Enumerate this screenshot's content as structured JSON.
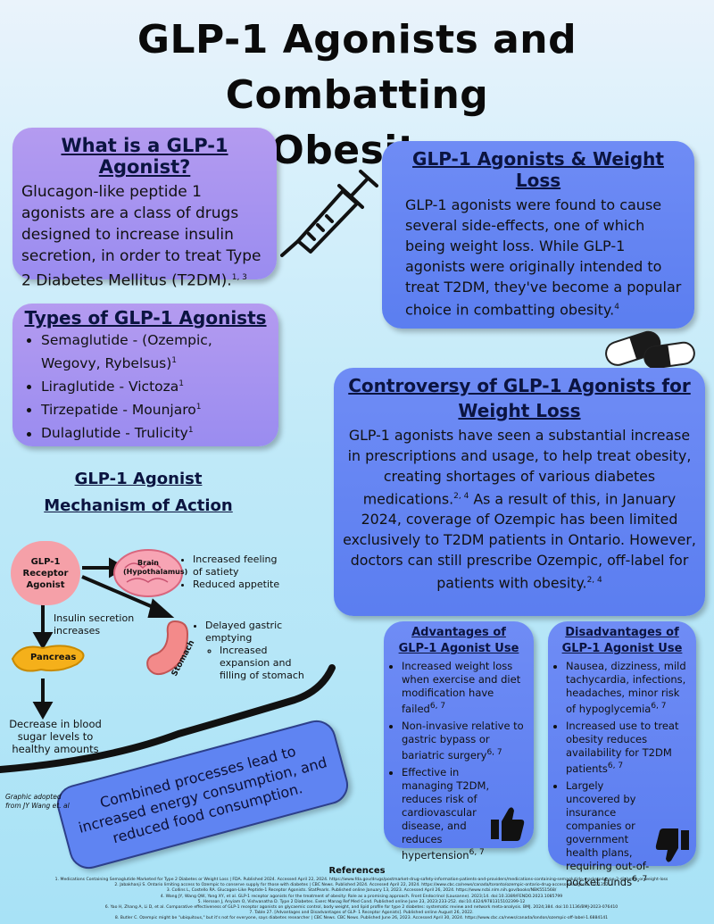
{
  "title_line1": "GLP-1 Agonists and Combatting",
  "title_line2": "Obesity",
  "what": {
    "heading": "What is a GLP-1 Agonist?",
    "body": "Glucagon-like peptide 1 agonists are a class of drugs designed to increase insulin secretion, in order to treat Type 2 Diabetes Mellitus (T2DM).",
    "ref": "1, 3"
  },
  "weight": {
    "heading": "GLP-1 Agonists & Weight Loss",
    "body": "GLP-1 agonists were found to cause several side-effects, one of which being weight loss. While GLP-1 agonists were originally intended to treat T2DM, they've become a popular choice in combatting obesity.",
    "ref": "4"
  },
  "types": {
    "heading": "Types of GLP-1 Agonists",
    "items": [
      {
        "text": "Semaglutide - (Ozempic, Wegovy, Rybelsus)",
        "ref": "1"
      },
      {
        "text": "Liraglutide - Victoza",
        "ref": "1"
      },
      {
        "text": "Tirzepatide - Mounjaro",
        "ref": "1"
      },
      {
        "text": "Dulaglutide - Trulicity",
        "ref": "1"
      }
    ]
  },
  "controversy": {
    "heading_line1": "Controversy of GLP-1 Agonists for",
    "heading_line2": "Weight Loss",
    "body1": "GLP-1 agonists have seen a substantial increase in prescriptions and usage, to help treat obesity, creating shortages of various diabetes medications.",
    "ref1": "2, 4",
    "body2": "As a result of this,  in January 2024, coverage of Ozempic has been limited exclusively to T2DM patients in Ontario. However, doctors can still prescribe Ozempic, off-label for patients with obesity.",
    "ref2": "2, 4"
  },
  "mechanism": {
    "heading_line1": "GLP-1 Agonist ",
    "heading_line2": "Mechanism of Action",
    "receptor": "GLP-1 Receptor Agonist",
    "brain": "Brain (Hypothalamus)",
    "brain_effects": [
      "Increased feeling of satiety",
      "Reduced appetite"
    ],
    "insulin": "Insulin secretion increases",
    "pancreas": "Pancreas",
    "stomach": "Stomach",
    "stomach_effect": "Delayed gastric emptying",
    "stomach_sub": "Increased expansion and filling of stomach",
    "blood_sugar": "Decrease in blood sugar levels to healthy amounts",
    "combined": "Combined processes lead to increased energy consumption, and reduced food consumption.",
    "graphic_credit": "Graphic adopted from JY Wang et. al"
  },
  "advantages": {
    "heading_line1": "Advantages of",
    "heading_line2": "GLP-1 Agonist Use",
    "items": [
      {
        "text": "Increased weight loss when exercise and diet modification have failed",
        "ref": "6, 7"
      },
      {
        "text": "Non-invasive relative to gastric bypass or bariatric surgery",
        "ref": "6, 7"
      },
      {
        "text": "Effective in managing T2DM, reduces risk of cardiovascular disease, and reduces hypertension",
        "ref": "6, 7"
      }
    ]
  },
  "disadvantages": {
    "heading_line1": "Disadvantages of",
    "heading_line2": "GLP-1 Agonist Use",
    "items": [
      {
        "text": "Nausea, dizziness, mild tachycardia, infections, headaches, minor risk of hypoglycemia",
        "ref": "6, 7"
      },
      {
        "text": "Increased use to treat obesity reduces availability for T2DM patients",
        "ref": "6, 7"
      },
      {
        "text": "Largely uncovered by insurance companies or government health plans, requiring out-of-pocket funds",
        "ref": "6, 7"
      }
    ]
  },
  "references": {
    "title": "References",
    "items": [
      "1. Medications Containing Semaglutide Marketed for Type 2 Diabetes or Weight Loss | FDA. Published 2024. Accessed April 22, 2024. https://www.fda.gov/drugs/postmarket-drug-safety-information-patients-and-providers/medications-containing-semaglutide-marketed-type-2-diabetes-or-weight-loss",
      "2. Jabakhanji S. Ontario limiting access to Ozempic to conserve supply for those with diabetes | CBC News. Published 2024. Accessed April 22, 2024. https://www.cbc.ca/news/canada/toronto/ozempic-ontario-drug-access-changes-1.7101352",
      "3. Collins L, Costello RA. Glucagon-Like Peptide-1 Receptor Agonists. StatPearls. Published online January 13, 2023. Accessed April 26, 2024. https://www.ncbi.nlm.nih.gov/books/NBK551568/",
      "4. Wang JY, Wang QW, Yang XY, et al. GLP-1 receptor agonists for the treatment of obesity: Role as a promising approach. Front Endocrinol (Lausanne). 2023;14. doi:10.3389/FENDO.2023.1085799",
      "5. Hersson J, Anyiam O, Vishvanatha D. Type 2 Diabetes. Exerc Manag Ref Med Cond. Published online June 23, 2023:233-252. doi:10.4324/9781315102399-12",
      "6. Yao H, Zhang A, Li D, et al. Comparative effectiveness of GLP-1 receptor agonists on glycaemic control, body weight, and lipid profile for type 2 diabetes: systematic review and network meta-analysis. BMJ. 2024;384. doi:10.1136/BMJ-2023-076410",
      "7. Table 27. [Advantages and Disadvantages of GLP- 1 Receptor Agonists]. Published online August 26, 2022.",
      "8. Butler C. Ozempic might be \"ubiquitous,\" but it's not for everyone, says diabetes researcher | CBC News. CBC News. Published June 26, 2023. Accessed April 30, 2024. https://www.cbc.ca/news/canada/london/ozempic-off-label-1.6884141"
    ]
  }
}
